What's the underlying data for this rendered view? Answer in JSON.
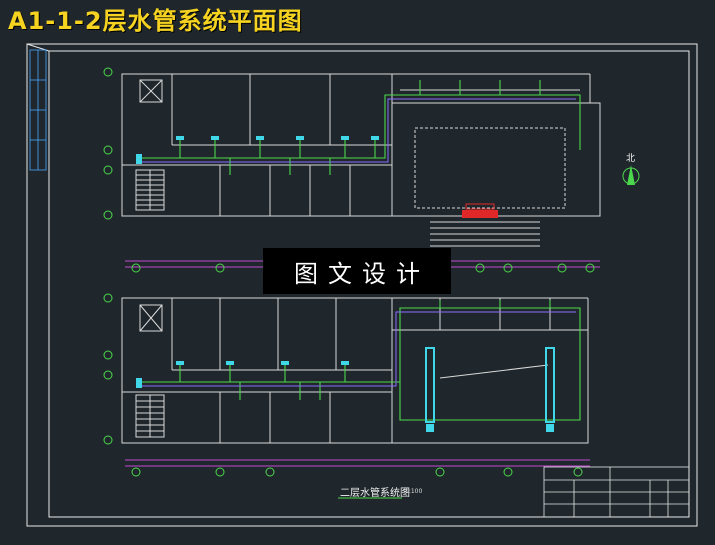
{
  "header": {
    "title": "A1-1-2层水管系统平面图"
  },
  "watermark": {
    "text": "图文设计"
  },
  "drawing": {
    "caption": "二层水管系统图",
    "caption_scale": "1:100",
    "north_label": "北"
  },
  "colors": {
    "background": "#1f272c",
    "frame": "#e8e8e8",
    "walls": "#d9d9d9",
    "grid_axis": "#c04ad0",
    "supply_pipe": "#4cd84c",
    "return_pipe": "#8a6cff",
    "fan_unit": "#40d8e8",
    "title_color": "#f5d320",
    "heater": "#e02828"
  },
  "icons": {
    "north_arrow": "north-arrow-icon",
    "stair": "stair-icon"
  }
}
